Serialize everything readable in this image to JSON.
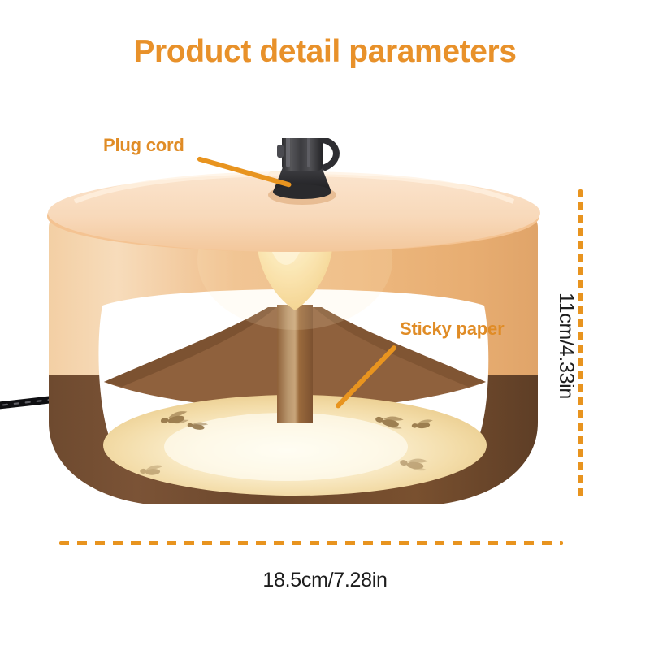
{
  "page": {
    "title": "Product detail parameters",
    "background_color": "#ffffff",
    "accent_color": "#E8912A"
  },
  "callouts": [
    {
      "id": "plug-cord",
      "label": "Plug cord",
      "color": "#E08C26"
    },
    {
      "id": "sticky-paper",
      "label": "Sticky paper",
      "color": "#E08C26"
    }
  ],
  "dimensions": {
    "height": {
      "label": "11cm/4.33in",
      "orientation": "vertical",
      "color": "#1d1d1d",
      "guide_color": "#E8941F"
    },
    "width": {
      "label": "18.5cm/7.28in",
      "orientation": "horizontal",
      "color": "#1d1d1d",
      "guide_color": "#E8941F"
    }
  },
  "product": {
    "name": "bug-zapper-fly-trap-lamp",
    "colors": {
      "top_disc_face": "#F9DCC1",
      "top_disc_rim": "#F4C18C",
      "body_upper": "#EFBD89",
      "body_lower": "#6E4A2E",
      "bottom_rim": "#6B4830",
      "plug_body": "#3A3A3C",
      "cord": "#16161a",
      "bulb_glow": "#F6D79B",
      "sticky_disc": "#F6E2B4",
      "column": "#8A5A36",
      "insect": "#8A6A3C"
    }
  }
}
